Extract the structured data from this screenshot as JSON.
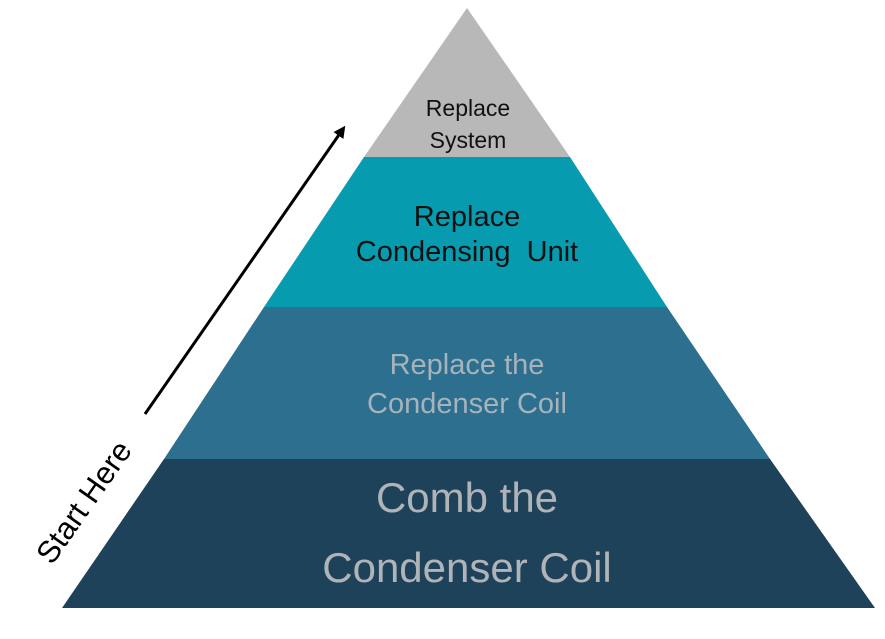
{
  "pyramid": {
    "levels": [
      {
        "line1": "Replace",
        "line2": "System",
        "fill": "#b8b8b8",
        "text_color": "#111111"
      },
      {
        "line1": "Replace",
        "line2": "Condensing  Unit",
        "fill": "#079bb0",
        "text_color": "#111111"
      },
      {
        "line1": "Replace the",
        "line2": "Condenser Coil",
        "fill": "#2c6f8f",
        "text_color": "#a7b3bb"
      },
      {
        "line1": "Comb the",
        "line2": "Condenser Coil",
        "fill": "#1e425a",
        "text_color": "#b0b4b8"
      }
    ]
  },
  "arrow": {
    "label": "Start Here",
    "color": "#000000"
  }
}
